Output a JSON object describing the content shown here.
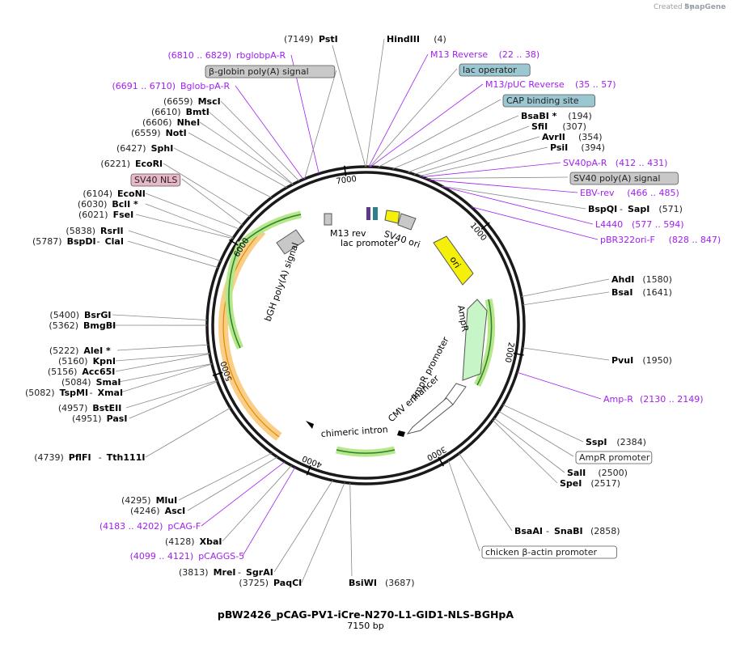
{
  "credit": {
    "prefix": "Created by",
    "brand": "SnapGene"
  },
  "title": "pBW2426_pCAG-PV1-iCre-N270-L1-GID1-NLS-BGHpA",
  "length_label": "7150 bp",
  "colors": {
    "primer": "#a020f0",
    "box_gray": "#c8c8c8",
    "box_blue": "#9bc7d3",
    "box_pink": "#e8b8c8",
    "ori": "#f4f00a",
    "ampr": "#c8f5c8"
  },
  "left_sites": [
    {
      "pos": "(7149)",
      "name": "PstI",
      "side": "top"
    },
    {
      "pos": "(6810 .. 6829)",
      "name": "rbglobpA-R",
      "primer": true
    },
    {
      "box": "β-globin poly(A) signal",
      "color": "gray"
    },
    {
      "pos": "(6691 .. 6710)",
      "name": "Bglob-pA-R",
      "primer": true
    },
    {
      "pos": "(6659)",
      "name": "MscI"
    },
    {
      "pos": "(6610)",
      "name": "BmtI"
    },
    {
      "pos": "(6606)",
      "name": "NheI"
    },
    {
      "pos": "(6559)",
      "name": "NotI"
    },
    {
      "pos": "(6427)",
      "name": "SphI"
    },
    {
      "pos": "(6221)",
      "name": "EcoRI"
    },
    {
      "box": "SV40 NLS",
      "color": "pink"
    },
    {
      "pos": "(6104)",
      "name": "EcoNI"
    },
    {
      "pos": "(6030)",
      "name": "BclI *"
    },
    {
      "pos": "(6021)",
      "name": "FseI"
    },
    {
      "pos": "(5838)",
      "name": "RsrII"
    },
    {
      "pos": "(5787)",
      "name": "BspDI",
      "extra": "ClaI"
    },
    {
      "pos": "(5400)",
      "name": "BsrGI"
    },
    {
      "pos": "(5362)",
      "name": "BmgBI"
    },
    {
      "pos": "(5222)",
      "name": "AleI *"
    },
    {
      "pos": "(5160)",
      "name": "KpnI"
    },
    {
      "pos": "(5156)",
      "name": "Acc65I"
    },
    {
      "pos": "(5084)",
      "name": "SmaI"
    },
    {
      "pos": "(5082)",
      "name": "TspMI",
      "extra": "XmaI"
    },
    {
      "pos": "(4957)",
      "name": "BstEII"
    },
    {
      "pos": "(4951)",
      "name": "PasI"
    },
    {
      "pos": "(4739)",
      "name": "PflFI",
      "extra": "Tth111I"
    },
    {
      "pos": "(4295)",
      "name": "MluI"
    },
    {
      "pos": "(4246)",
      "name": "AscI"
    },
    {
      "pos": "(4183 .. 4202)",
      "name": "pCAG-F",
      "primer": true
    },
    {
      "pos": "(4128)",
      "name": "XbaI"
    },
    {
      "pos": "(4099 .. 4121)",
      "name": "pCAGGS-5",
      "primer": true
    },
    {
      "pos": "(3813)",
      "name": "MreI",
      "extra": "SgrAI"
    },
    {
      "pos": "(3725)",
      "name": "PaqCI"
    }
  ],
  "right_sites": [
    {
      "name": "HindIII",
      "pos": "(4)"
    },
    {
      "name": "M13 Reverse",
      "pos": "(22 .. 38)",
      "primer": true
    },
    {
      "box": "lac operator",
      "color": "blue"
    },
    {
      "name": "M13/pUC Reverse",
      "pos": "(35 .. 57)",
      "primer": true
    },
    {
      "box": "CAP binding site",
      "color": "blue"
    },
    {
      "name": "BsaBI *",
      "pos": "(194)"
    },
    {
      "name": "SfiI",
      "pos": "(307)"
    },
    {
      "name": "AvrII",
      "pos": "(354)"
    },
    {
      "name": "PsiI",
      "pos": "(394)"
    },
    {
      "name": "SV40pA-R",
      "pos": "(412 .. 431)",
      "primer": true
    },
    {
      "box": "SV40 poly(A) signal",
      "color": "gray"
    },
    {
      "name": "EBV-rev",
      "pos": "(466 .. 485)",
      "primer": true
    },
    {
      "name": "BspQI",
      "extra": "SapI",
      "pos": "(571)"
    },
    {
      "name": "L4440",
      "pos": "(577 .. 594)",
      "primer": true
    },
    {
      "name": "pBR322ori-F",
      "pos": "(828 .. 847)",
      "primer": true
    },
    {
      "name": "AhdI",
      "pos": "(1580)"
    },
    {
      "name": "BsaI",
      "pos": "(1641)"
    },
    {
      "name": "PvuI",
      "pos": "(1950)"
    },
    {
      "name": "Amp-R",
      "pos": "(2130 .. 2149)",
      "primer": true
    },
    {
      "name": "SspI",
      "pos": "(2384)"
    },
    {
      "box": "AmpR promoter",
      "color": "white"
    },
    {
      "name": "SalI",
      "pos": "(2500)"
    },
    {
      "name": "SpeI",
      "pos": "(2517)"
    },
    {
      "name": "BsaAI",
      "extra": "SnaBI",
      "pos": "(2858)"
    },
    {
      "box": "chicken β-actin promoter",
      "color": "white"
    },
    {
      "name": "BsiWI",
      "pos": "(3687)"
    }
  ],
  "ticks": [
    "1000",
    "2000",
    "3000",
    "4000",
    "5000",
    "6000",
    "7000"
  ],
  "inner_labels": {
    "m13rev": "M13 rev",
    "lacprom": "lac promoter",
    "sv40ori": "SV40 ori",
    "ori": "ori",
    "ampr": "AmpR",
    "amprprom": "AmpR promoter",
    "cmv": "CMV enhancer",
    "intron": "chimeric intron",
    "bgh": "bGH poly(A) signal"
  }
}
